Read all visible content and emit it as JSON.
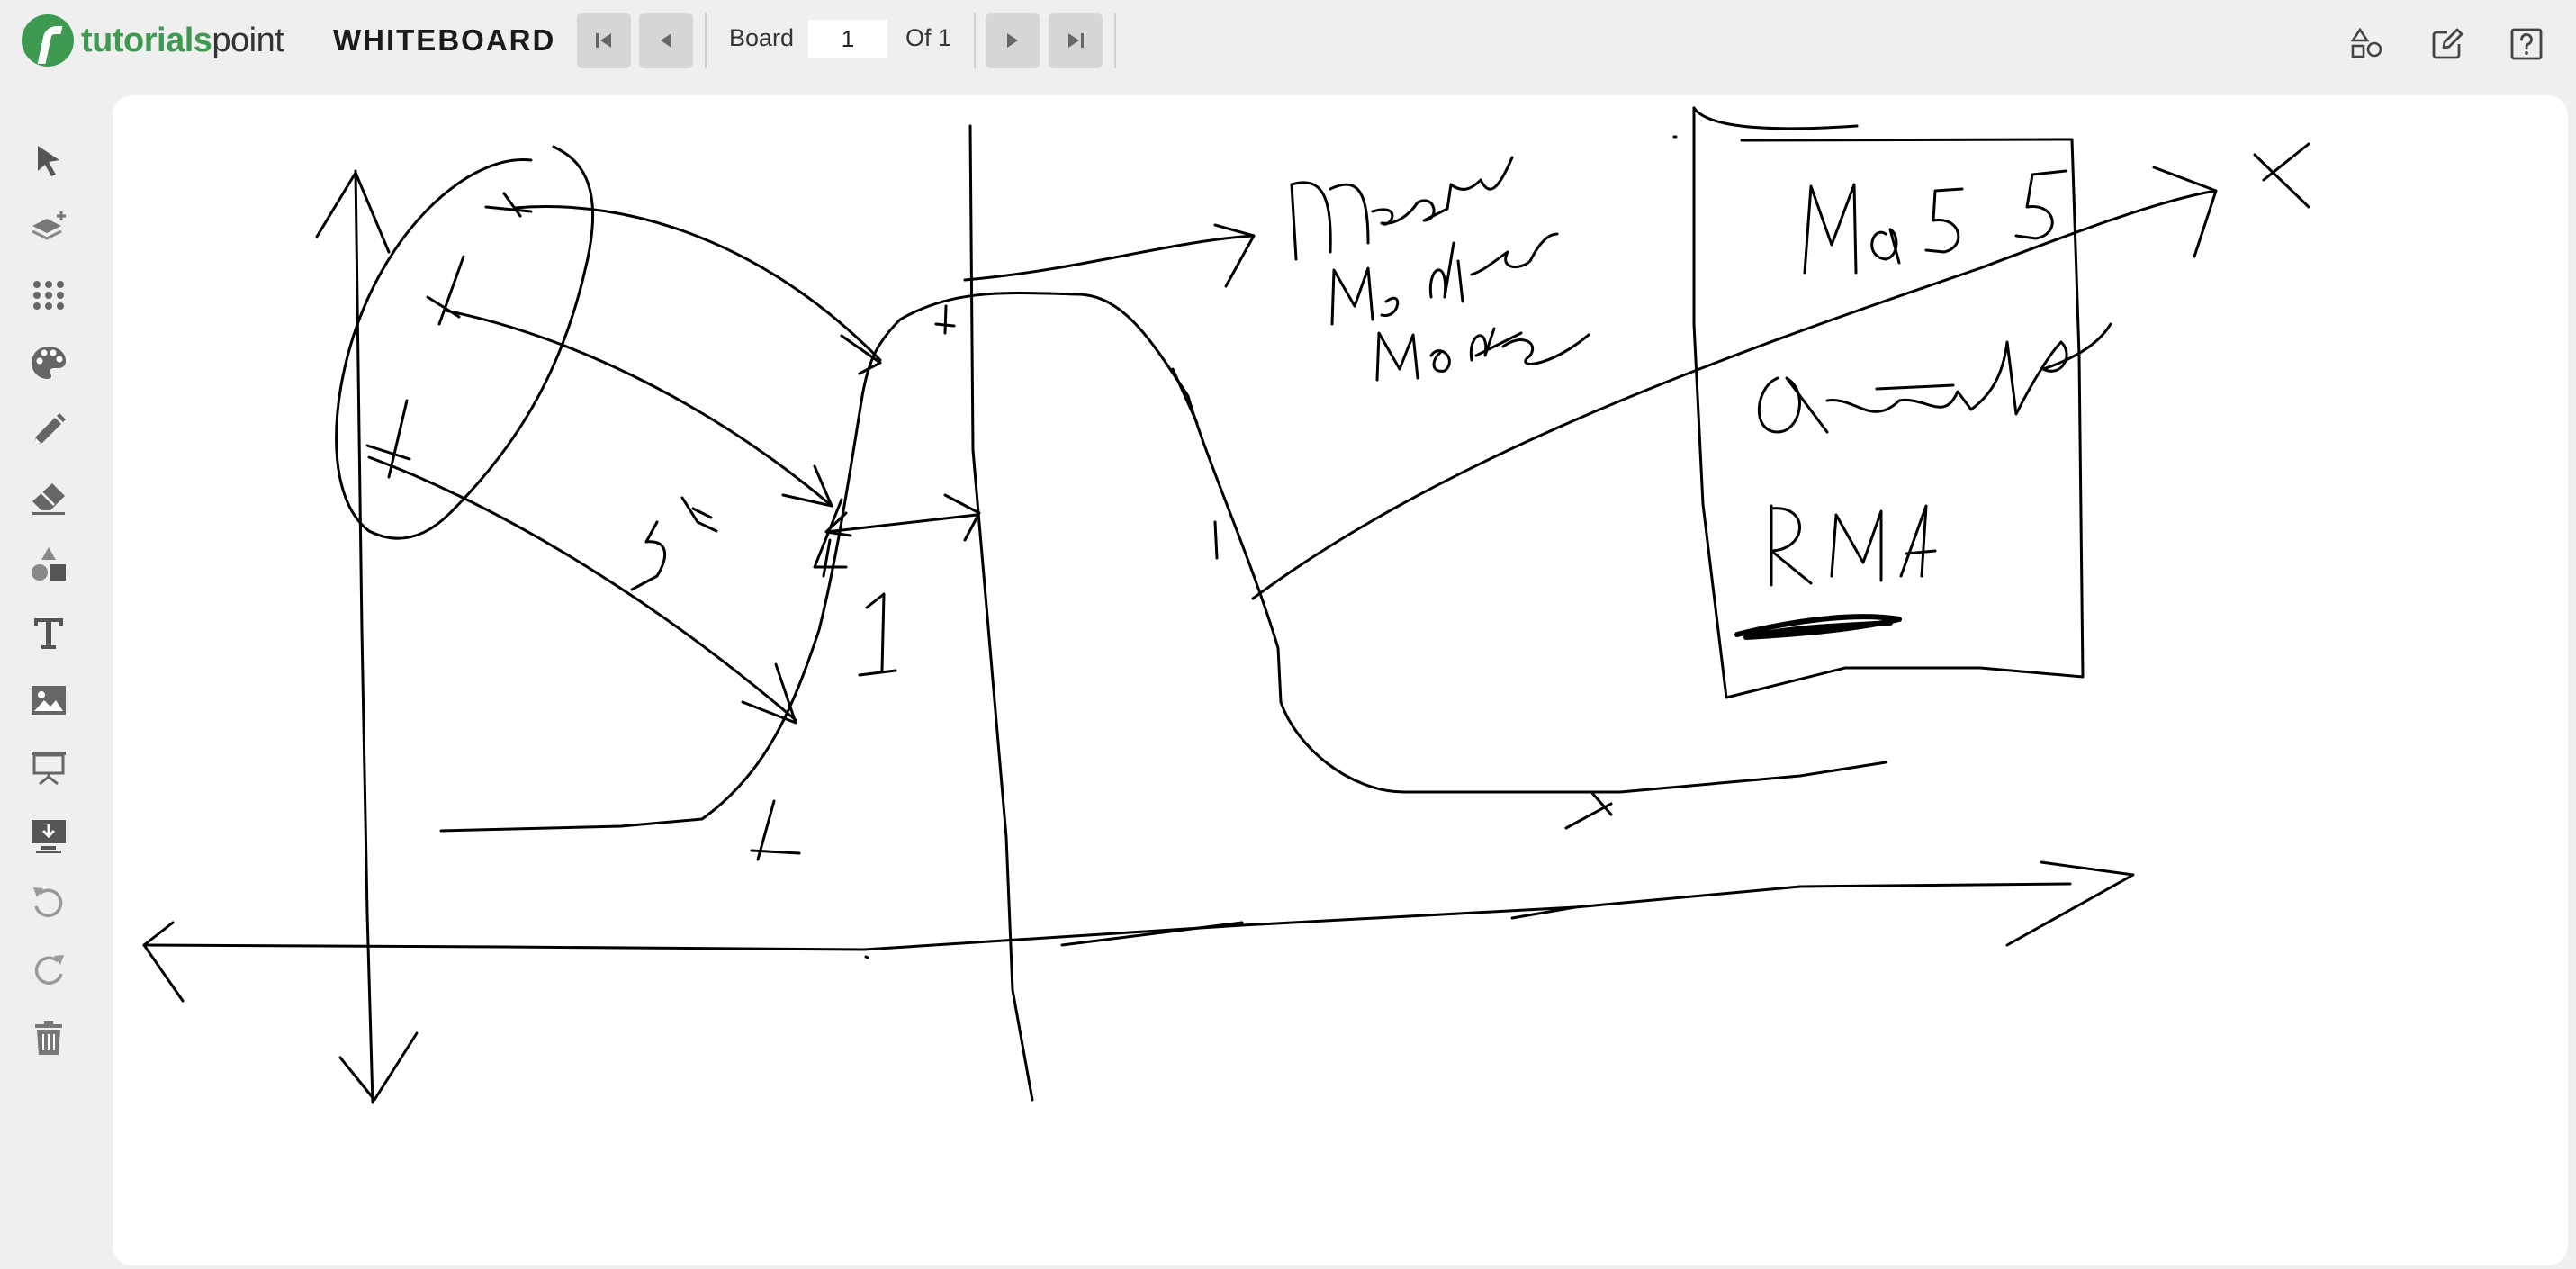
{
  "header": {
    "logo_part1": "tutorials",
    "logo_part2": "point",
    "app_title": "WHITEBOARD"
  },
  "navigation": {
    "board_label": "Board",
    "board_number": "1",
    "of_label": "Of 1",
    "first_icon": "skip-first-icon",
    "prev_icon": "prev-icon",
    "next_icon": "next-icon",
    "last_icon": "skip-last-icon"
  },
  "right_tools": [
    {
      "name": "shapes-icon"
    },
    {
      "name": "edit-icon"
    },
    {
      "name": "help-icon"
    }
  ],
  "sidebar_tools": [
    {
      "name": "select-cursor-icon"
    },
    {
      "name": "add-layer-icon"
    },
    {
      "name": "dot-grid-icon"
    },
    {
      "name": "color-palette-icon"
    },
    {
      "name": "pencil-icon"
    },
    {
      "name": "eraser-icon"
    },
    {
      "name": "shapes-tool-icon"
    },
    {
      "name": "text-tool-icon"
    },
    {
      "name": "image-tool-icon"
    },
    {
      "name": "presentation-icon"
    },
    {
      "name": "screen-capture-icon"
    },
    {
      "name": "undo-icon"
    },
    {
      "name": "redo-icon"
    },
    {
      "name": "trash-icon"
    }
  ],
  "colors": {
    "brand_green": "#3d9a50",
    "toolbar_bg": "#efefef",
    "canvas_bg": "#ffffff",
    "icon_color": "#555555",
    "ink": "#000000"
  }
}
